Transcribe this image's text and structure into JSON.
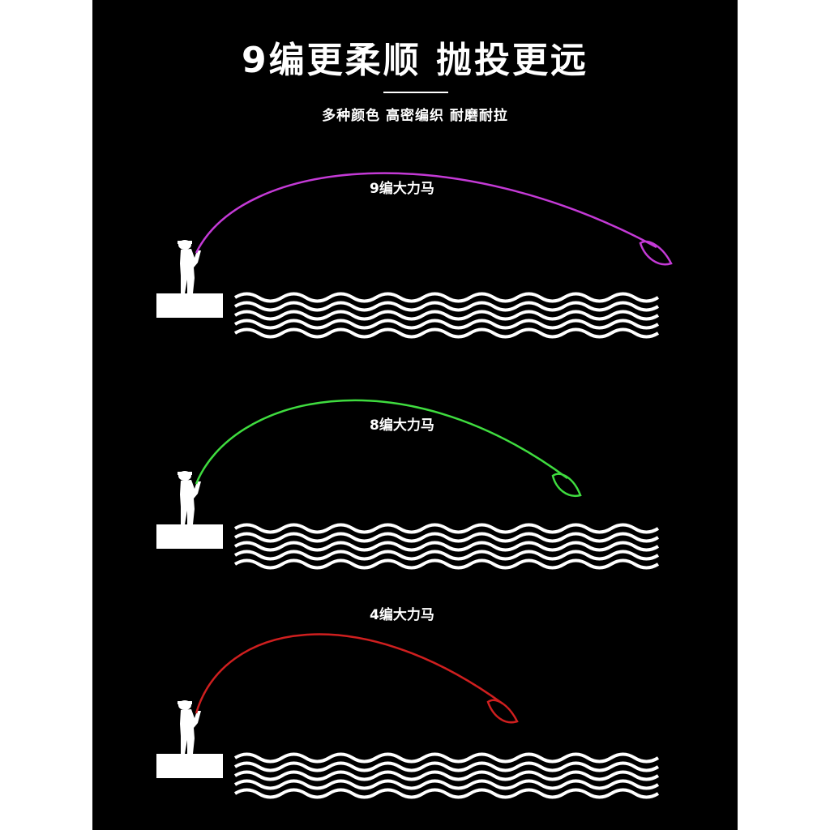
{
  "header": {
    "title": "9编更柔顺 抛投更远",
    "subtitle": "多种颜色 高密编织 耐磨耐拉"
  },
  "casts": [
    {
      "label": "9编大力马",
      "color": "#c43ad6"
    },
    {
      "label": "8编大力马",
      "color": "#3fdc3f"
    },
    {
      "label": "4编大力马",
      "color": "#cf1f1f"
    }
  ],
  "colors": {
    "background": "#000000",
    "foreground": "#ffffff"
  }
}
